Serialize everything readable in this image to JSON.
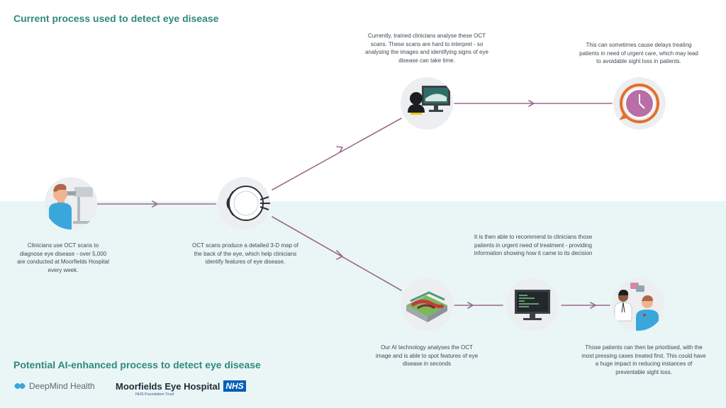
{
  "titles": {
    "current": "Current process used to detect eye disease",
    "ai": "Potential AI-enhanced process to detect eye disease"
  },
  "captions": {
    "clinicians_scan": "Clinicians use OCT scans to diagnose eye disease - over 5,000 are conducted at Moorfields Hospital every week.",
    "oct_scans": "OCT scans produce a detailed 3-D map of the back of the eye, which help clinicians identify features of eye disease.",
    "manual_analysis": "Currently, trained clinicians analyse these OCT scans. These scans are hard to interpret - so analysing the images and identifying signs of eye disease can take time.",
    "delays": "This can sometimes cause delays treating patients in need of urgent care, which may lead to avoidable sight loss in patients.",
    "ai_analysis": "Our AI technology analyses the OCT image and is able to spot features of eye disease in seconds",
    "recommend": "It is then able to recommend to clinicians those patients in urgent need of treatment - providing information showing how it came to its decision",
    "prioritised": "Those patients can then be prioritised, with the most pressing cases treated first. This could have a huge impact in reducing instances of preventable sight loss."
  },
  "logos": {
    "deepmind": "DeepMind Health",
    "moorfields": "Moorfields Eye Hospital",
    "nhs": "NHS",
    "trust": "NHS Foundation Trust"
  },
  "colors": {
    "title_teal": "#2e8a7c",
    "connector": "#9c6b8c",
    "bottom_background": "#eaf5f6",
    "node_background": "#eceeef"
  },
  "icons": {
    "clinician": "clinician-scanner-icon",
    "eye": "eye-anatomy-icon",
    "monitor": "clinician-monitor-icon",
    "clock": "clock-icon",
    "oct": "oct-3d-scan-icon",
    "terminal": "ai-terminal-icon",
    "doctor_patient": "doctor-patient-icon"
  }
}
